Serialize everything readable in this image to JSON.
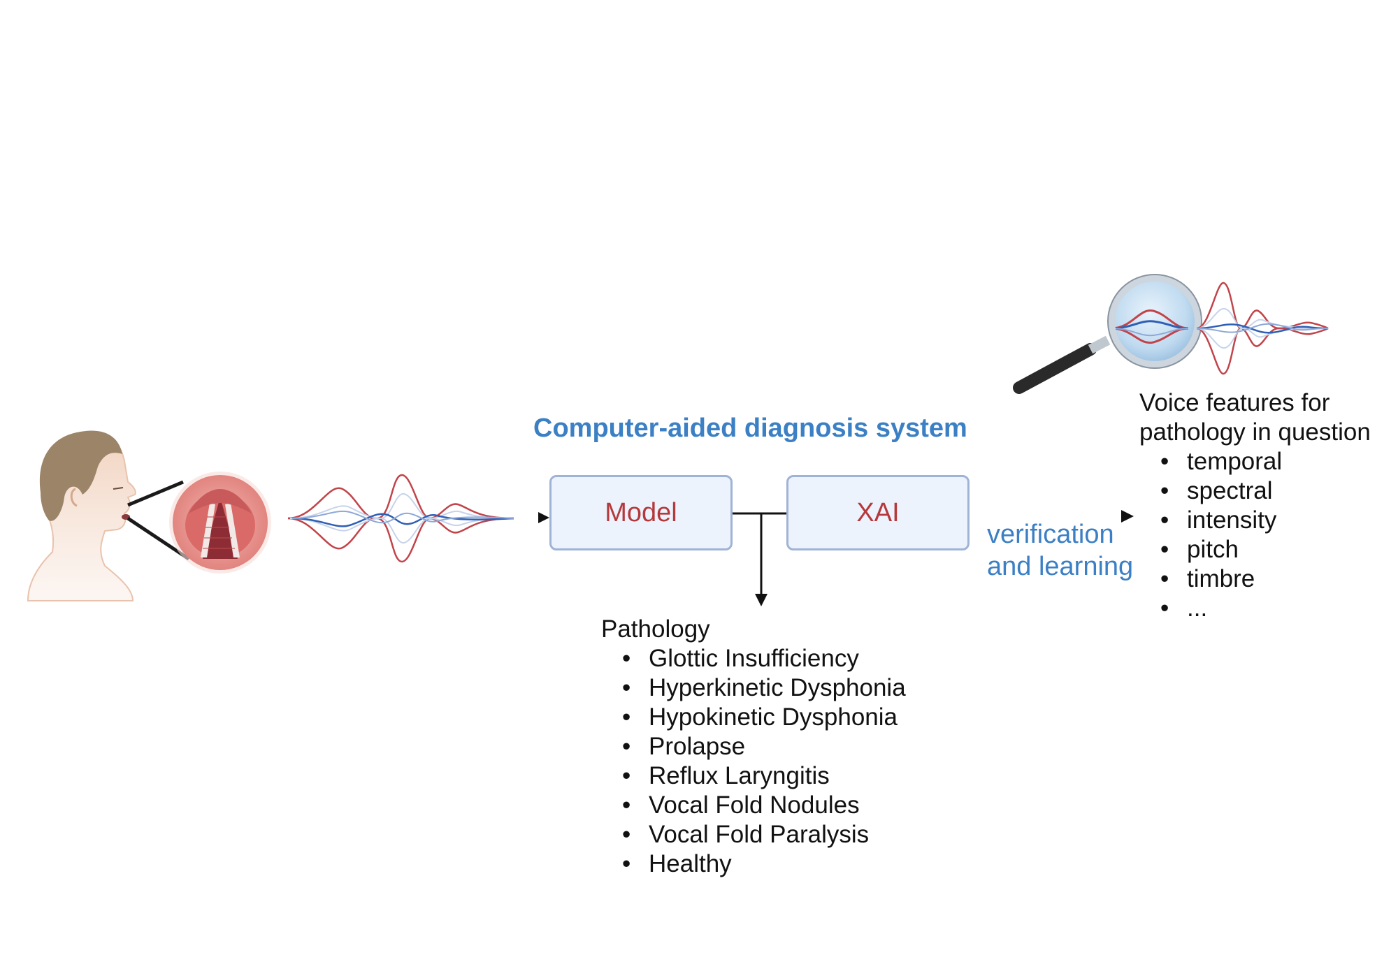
{
  "system": {
    "title": "Computer-aided diagnosis system",
    "model_label": "Model",
    "xai_label": "XAI"
  },
  "feedback_label_line1": "verification",
  "feedback_label_line2": "and learning",
  "pathology": {
    "heading": "Pathology",
    "items": [
      "Glottic Insufficiency",
      "Hyperkinetic Dysphonia",
      "Hypokinetic Dysphonia",
      "Prolapse",
      "Reflux Laryngitis",
      "Vocal Fold Nodules",
      "Vocal Fold Paralysis",
      "Healthy"
    ]
  },
  "voice_features": {
    "heading_line1": "Voice features for",
    "heading_line2": "pathology in question",
    "items": [
      "temporal",
      "spectral",
      "intensity",
      "pitch",
      "timbre",
      "..."
    ]
  },
  "icons": {
    "person": "person-head-icon",
    "larynx": "larynx-vocal-folds-icon",
    "waveform": "sound-waveform-icon",
    "magnifier": "magnifying-glass-icon"
  },
  "colors": {
    "accent_blue": "#3b7fc4",
    "box_text_red": "#b5393c",
    "box_fill": "#ecf3fc",
    "box_border": "#9fb3d6",
    "wave_red": "#c1444a",
    "wave_blue": "#2f5fb5"
  }
}
